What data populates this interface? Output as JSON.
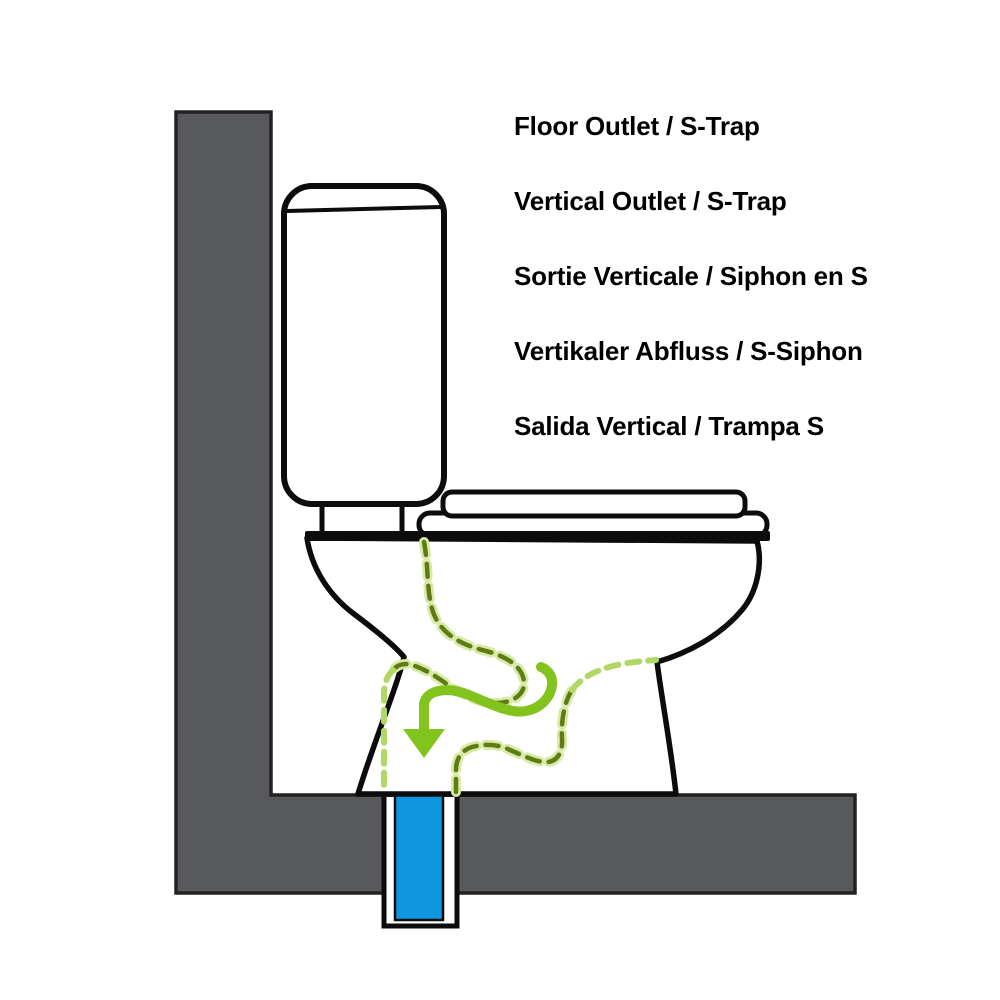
{
  "labels": [
    "Floor Outlet / S-Trap",
    "Vertical Outlet / S-Trap",
    "Sortie Verticale / Siphon en S",
    "Vertikaler Abfluss / S-Siphon",
    "Salida Vertical / Trampa S"
  ],
  "colors": {
    "bg": "#ffffff",
    "ink": "#0c0c0c",
    "wall": "#58595c",
    "wall_edge": "#222222",
    "pipe": "#0e96de",
    "flow": "#83c31d",
    "dash_dark": "#5d7c15",
    "dash_light": "#b2d765",
    "dash_halo": "#d8eaa6",
    "text": "#000000"
  },
  "diagram_parts": [
    "wall",
    "floor",
    "cistern-tank",
    "cistern-lid-line",
    "flush-connector",
    "toilet-lid",
    "toilet-seat",
    "bowl-rim",
    "toilet-bowl",
    "s-trap-dashed-path",
    "flow-wave",
    "down-arrow",
    "drain-pipe",
    "pipe-sleeve"
  ]
}
